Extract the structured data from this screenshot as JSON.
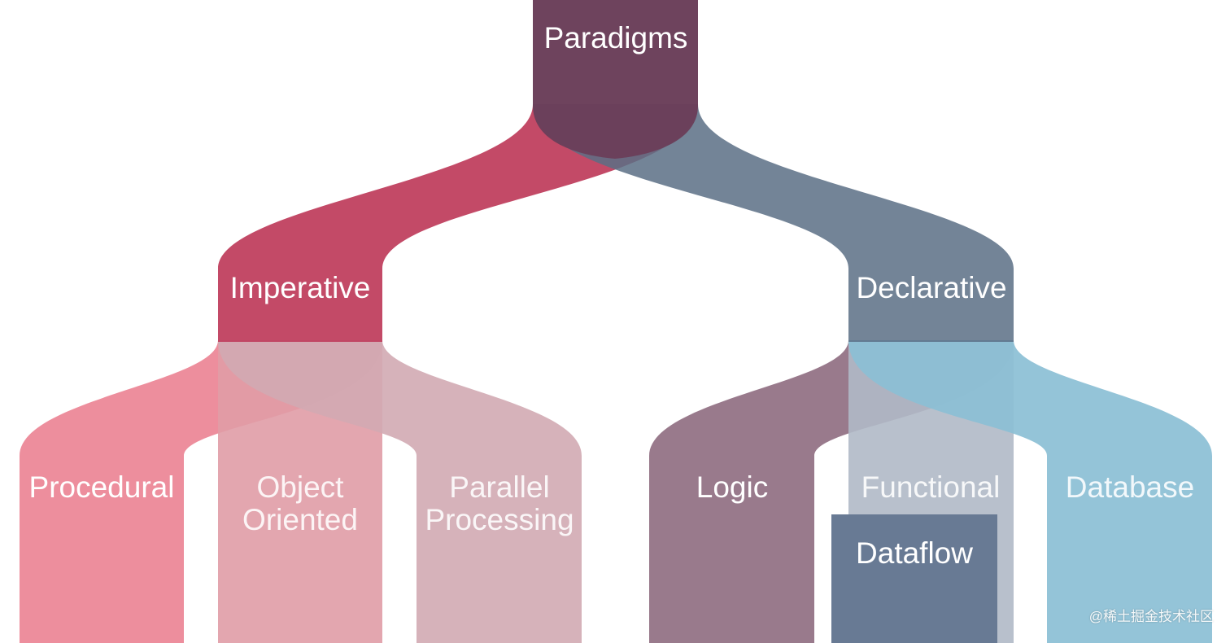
{
  "root": {
    "label": "Paradigms"
  },
  "branches": [
    {
      "key": "imperative",
      "label": "Imperative",
      "children": [
        "Procedural",
        "Object Oriented",
        "Parallel Processing"
      ]
    },
    {
      "key": "declarative",
      "label": "Declarative",
      "children": [
        "Logic",
        "Functional",
        "Database"
      ]
    }
  ],
  "leaves": {
    "procedural": "Procedural",
    "object_oriented": [
      "Object",
      "Oriented"
    ],
    "parallel_processing": [
      "Parallel",
      "Processing"
    ],
    "logic": "Logic",
    "functional": "Functional",
    "dataflow": "Dataflow",
    "database": "Database"
  },
  "watermark": "@稀土掘金技术社区",
  "colors": {
    "paradigms": "#6b3f5a",
    "imperative": "#c0405f",
    "declarative": "#5a6e85",
    "procedural": "#ec8898",
    "object_oriented": "#e09ca6",
    "parallel_processing": "#d2aab2",
    "logic": "#937386",
    "functional": "#b0b9c6",
    "dataflow": "#687a94",
    "database": "#8bbfd5"
  }
}
